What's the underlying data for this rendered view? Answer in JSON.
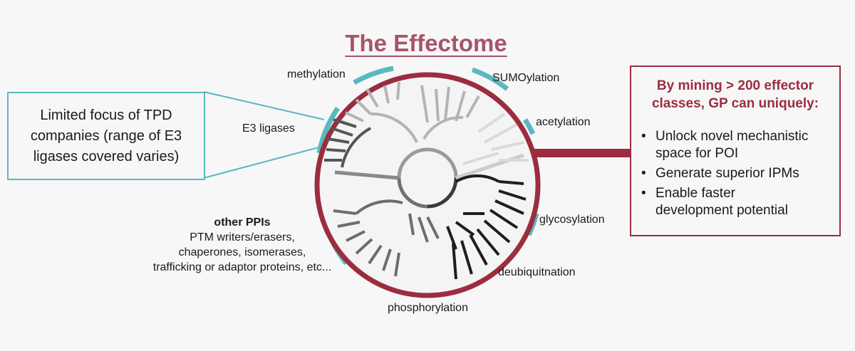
{
  "title": "The Effectome",
  "left_box": {
    "lines": [
      "Limited focus of TPD",
      "companies (range of E3",
      "ligases covered varies)"
    ]
  },
  "right_box": {
    "heading_lines": [
      "By mining > 200 effector",
      "classes, GP can uniquely:"
    ],
    "bullets": [
      [
        "Unlock novel mechanistic",
        "space for POI"
      ],
      [
        "Generate superior IPMs"
      ],
      [
        "Enable faster",
        "development potential"
      ]
    ]
  },
  "labels": {
    "methylation": "methylation",
    "sumoylation": "SUMOylation",
    "acetylation": "acetylation",
    "e3_ligases": "E3 ligases",
    "glycosylation": "glycosylation",
    "deubiquitnation": "deubiquitnation",
    "phosphorylation": "phosphorylation",
    "other_ppis_title": "other PPIs",
    "other_ppis_lines": [
      "PTM writers/erasers,",
      "chaperones, isomerases,",
      "trafficking or adaptor proteins, etc..."
    ]
  },
  "colors": {
    "title": "#a85468",
    "teal": "#5ab8c1",
    "maroon": "#9b2d3f"
  }
}
